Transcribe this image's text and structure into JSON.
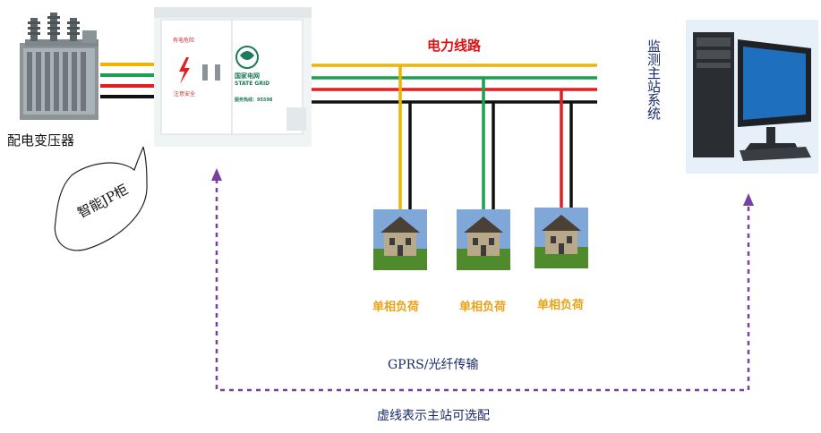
{
  "labels": {
    "transformer": "配电变压器",
    "power_line": "电力线路",
    "jp_cabinet": "智能JP柜",
    "monitor_station": "监测主站系统",
    "transmission": "GPRS/光纤传输",
    "note": "虚线表示主站可选配"
  },
  "cabinet": {
    "warning_text": "有电危险",
    "safety_text": "注意安全",
    "brand_cn": "国家电网",
    "brand_en": "STATE GRID",
    "hotline": "服务热线：95598"
  },
  "loads": [
    {
      "label": "单相负荷",
      "phase_color": "#f0b400"
    },
    {
      "label": "单相负荷",
      "phase_color": "#1aa050"
    },
    {
      "label": "单相负荷",
      "phase_color": "#e02020"
    }
  ],
  "colors": {
    "phase_a": "#f0b400",
    "phase_b": "#1aa050",
    "phase_c": "#e02020",
    "neutral": "#111111",
    "dashed_link": "#7a3fa0",
    "power_line_title": "#e01010"
  }
}
